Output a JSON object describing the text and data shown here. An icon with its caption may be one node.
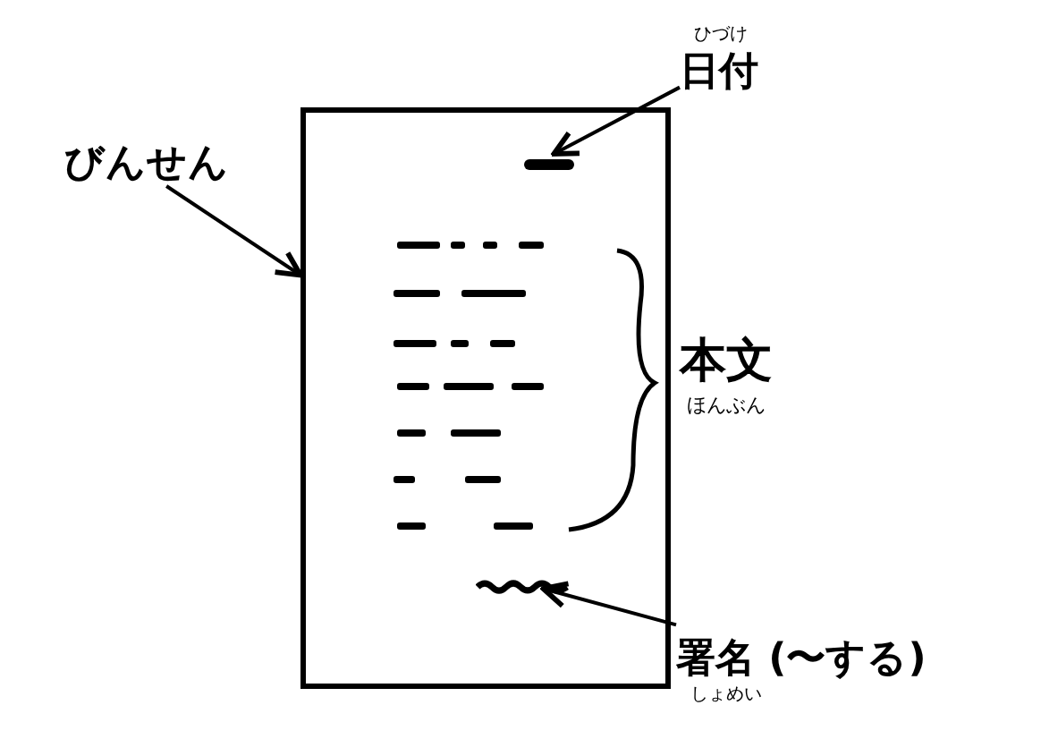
{
  "diagram": {
    "nodes": [
      {
        "text": [],
        "shape": "box"
      },
      {
        "text": [],
        "shape": "bar",
        "in": 0
      },
      {
        "text": [],
        "shape": "bar",
        "in": 0
      },
      {
        "text": [
          "ひづけ",
          "日付"
        ]
      },
      {
        "text": [
          "びんせん"
        ]
      },
      {
        "text": [
          "署名 (〜する)",
          "しょめい"
        ]
      }
    ],
    "edges": [
      {
        "from": 3,
        "to": 1,
        "arrow": "to"
      },
      {
        "from": 4,
        "to": 0,
        "arrow": "to"
      },
      {
        "from": 5,
        "to": 2,
        "arrow": "to"
      }
    ],
    "labels": [
      "本文",
      "ほんぶん"
    ]
  }
}
